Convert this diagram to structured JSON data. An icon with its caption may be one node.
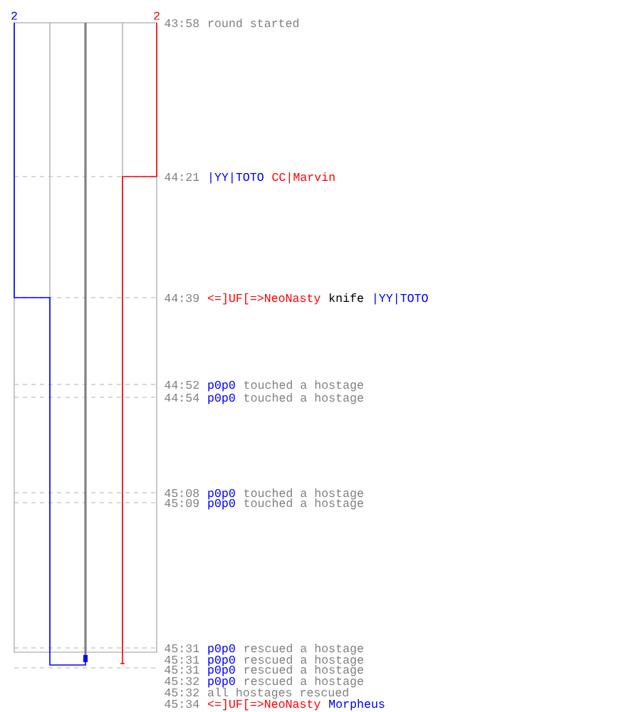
{
  "diagram": {
    "labels": [
      "2",
      "2",
      "43:58",
      "round started",
      "44:21",
      "|YY|TOTO",
      "CC|Marvin",
      "44:39",
      "<=]UF[=>NeoNasty",
      "knife",
      "|YY|TOTO",
      "44:52",
      "p0p0",
      "touched a hostage",
      "44:54",
      "p0p0",
      "touched a hostage",
      "45:08",
      "p0p0",
      "touched a hostage",
      "45:09",
      "p0p0",
      "touched a hostage",
      "45:31",
      "p0p0",
      "rescued a hostage",
      "45:31",
      "p0p0",
      "rescued a hostage",
      "45:31",
      "p0p0",
      "rescued a hostage",
      "45:32",
      "p0p0",
      "rescued a hostage",
      "45:32",
      "all hostages rescued",
      "45:34",
      "<=]UF[=>NeoNasty",
      "Morpheus"
    ]
  }
}
